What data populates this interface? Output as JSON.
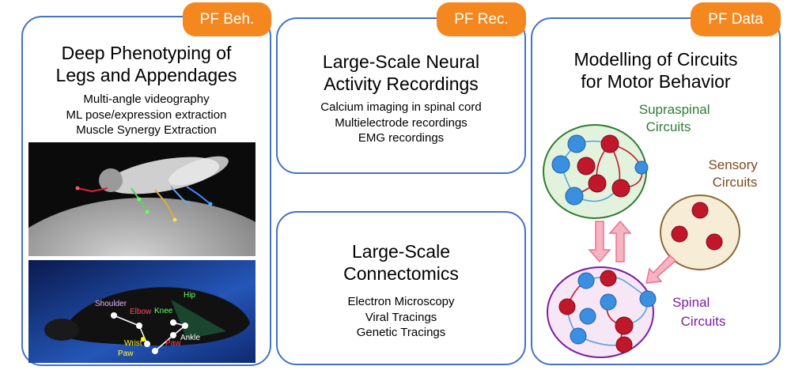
{
  "panels": {
    "behavior": {
      "tag": "PF Beh.",
      "title": [
        "Deep Phenotyping of",
        "Legs and Appendages"
      ],
      "items": [
        "Multi-angle videography",
        "ML pose/expression extraction",
        "Muscle Synergy Extraction"
      ],
      "mouse_labels": {
        "shoulder": "Shoulder",
        "elbow": "Elbow",
        "knee": "Knee",
        "hip": "Hip",
        "ankle": "Ankle",
        "wrist": "Wrist",
        "paw_front": "Paw",
        "paw_hind": "Paw"
      }
    },
    "recordings": {
      "tag": "PF Rec.",
      "title": [
        "Large-Scale Neural",
        "Activity Recordings"
      ],
      "items": [
        "Calcium imaging in spinal cord",
        "Multielectrode recordings",
        "EMG recordings"
      ]
    },
    "connectomics": {
      "title": [
        "Large-Scale",
        "Connectomics"
      ],
      "items": [
        "Electron Microscopy",
        "Viral Tracings",
        "Genetic Tracings"
      ]
    },
    "data": {
      "tag": "PF Data",
      "title": [
        "Modelling of Circuits",
        "for Motor Behavior"
      ],
      "circuits": {
        "supraspinal": [
          "Supraspinal",
          "Circuits"
        ],
        "sensory": [
          "Sensory",
          "Circuits"
        ],
        "spinal": [
          "Spinal",
          "Circuits"
        ]
      }
    }
  },
  "colors": {
    "panel_border": "#4472c4",
    "tag_fill": "#f5871f",
    "supraspinal": "#2e7d32",
    "sensory": "#7b4a1e",
    "spinal": "#7b1fa2",
    "excitatory_node": "#c0172a",
    "inhibitory_node": "#3b8fe0",
    "arrow": "#f08a9e"
  }
}
